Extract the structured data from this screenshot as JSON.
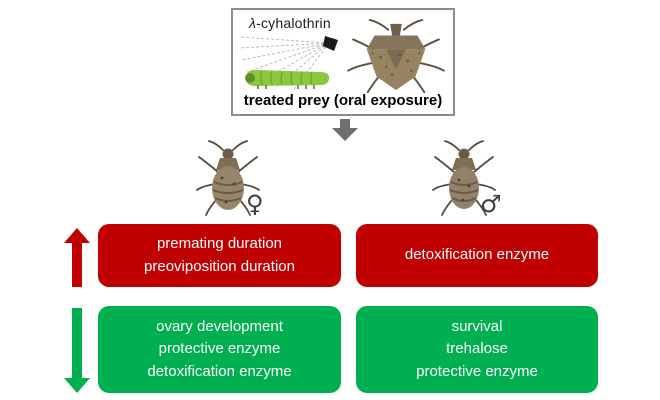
{
  "exposure": {
    "chemical": "λ-cyhalothrin",
    "label": "treated prey (oral exposure)"
  },
  "subjects": {
    "female_symbol": "♀",
    "male_symbol": "♂"
  },
  "effects": {
    "increase": {
      "female": [
        "premating duration",
        "preoviposition duration"
      ],
      "male": [
        "detoxification enzyme"
      ]
    },
    "decrease": {
      "female": [
        "ovary development",
        "protective enzyme",
        "detoxification enzyme"
      ],
      "male": [
        "survival",
        "trehalose",
        "protective enzyme"
      ]
    }
  },
  "colors": {
    "increase": "#c00000",
    "decrease": "#00b050",
    "flow_arrow": "#6f6f6f",
    "exposure_border": "#8c8c8c"
  },
  "icons": {
    "spray": "spray-icon",
    "prey_caterpillar": "caterpillar-image",
    "prey_stinkbug": "stinkbug-image",
    "flow": "flow-down-arrow-icon",
    "increase": "increase-up-arrow-icon",
    "decrease": "decrease-down-arrow-icon"
  }
}
